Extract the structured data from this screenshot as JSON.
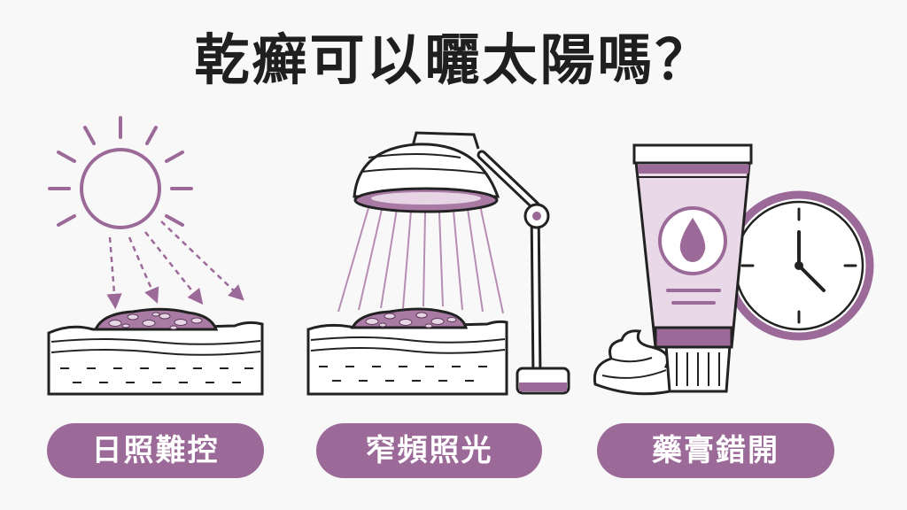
{
  "title": "乾癬可以曬太陽嗎？",
  "panels": [
    {
      "label": "日照難控",
      "icon": "sun-icon"
    },
    {
      "label": "窄頻照光",
      "icon": "phototherapy-lamp-icon"
    },
    {
      "label": "藥膏錯開",
      "icon": "ointment-tube-icon"
    }
  ],
  "colors": {
    "accent": "#9b6a98",
    "accent_light": "#e7d5e6",
    "lesion": "#a87aa4",
    "ink": "#1f1f1f",
    "background": "#f9f8f8"
  }
}
